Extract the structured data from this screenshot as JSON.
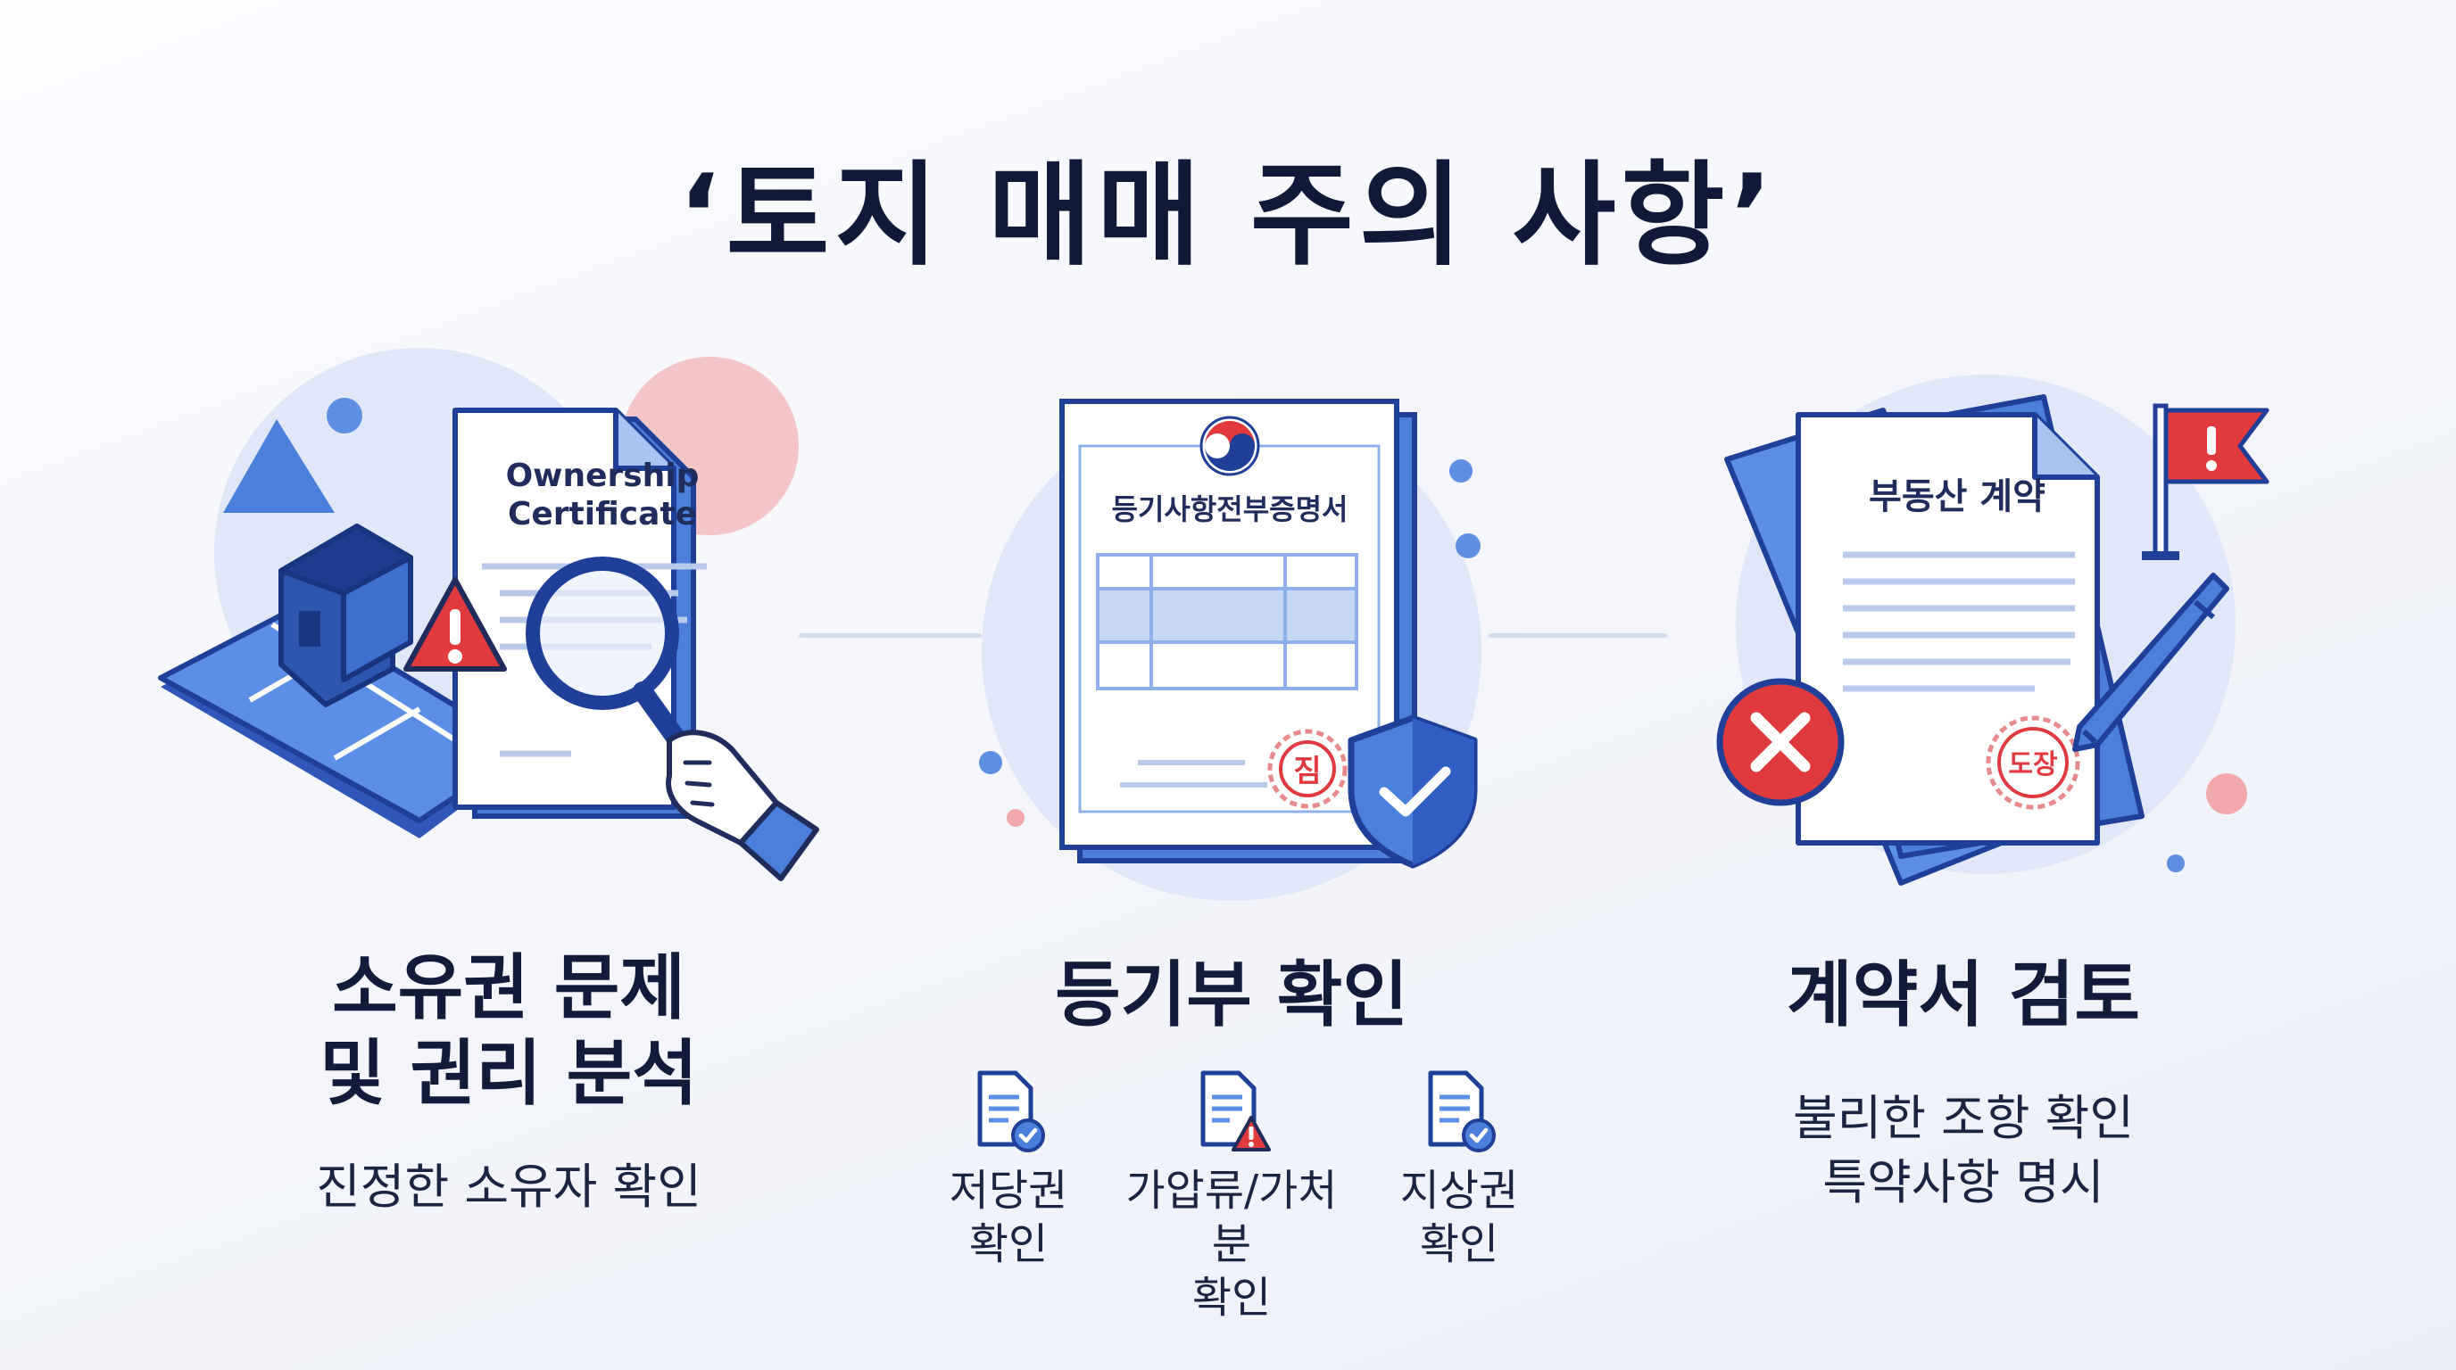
{
  "title": "‘토지 매매 주의 사항’",
  "colors": {
    "navy": "#1f3f99",
    "blue": "#4a7fdc",
    "light_blue": "#dfe7f8",
    "red": "#e0393e",
    "pink": "#f2a9ab"
  },
  "sections": [
    {
      "heading_lines": [
        "소유권 문제",
        "및 권리 분석"
      ],
      "description_lines": [
        "진정한 소유자 확인"
      ],
      "illustration": {
        "document_title_lines": [
          "Ownership",
          "Certificate"
        ],
        "icons": [
          "land-parcel-icon",
          "house-icon",
          "warning-triangle-icon",
          "magnifying-glass-icon",
          "hand-icon"
        ]
      }
    },
    {
      "heading_lines": [
        "등기부 확인"
      ],
      "illustration": {
        "document_title": "등기사항전부증명서",
        "seal_text": "짐",
        "icons": [
          "taegeuk-emblem-icon",
          "shield-check-icon"
        ]
      },
      "checklist": [
        {
          "icon": "document-check-icon",
          "label_lines": [
            "저당권",
            "확인"
          ]
        },
        {
          "icon": "document-warning-icon",
          "label_lines": [
            "가압류/가처분",
            "확인"
          ]
        },
        {
          "icon": "document-check-icon",
          "label_lines": [
            "지상권",
            "확인"
          ]
        }
      ]
    },
    {
      "heading_lines": [
        "계약서 검토"
      ],
      "description_lines": [
        "불리한 조항 확인",
        "특약사항 명시"
      ],
      "illustration": {
        "document_title": "부동산 계약",
        "seal_text": "도장",
        "icons": [
          "red-flag-icon",
          "pen-icon",
          "x-circle-icon"
        ]
      }
    }
  ]
}
